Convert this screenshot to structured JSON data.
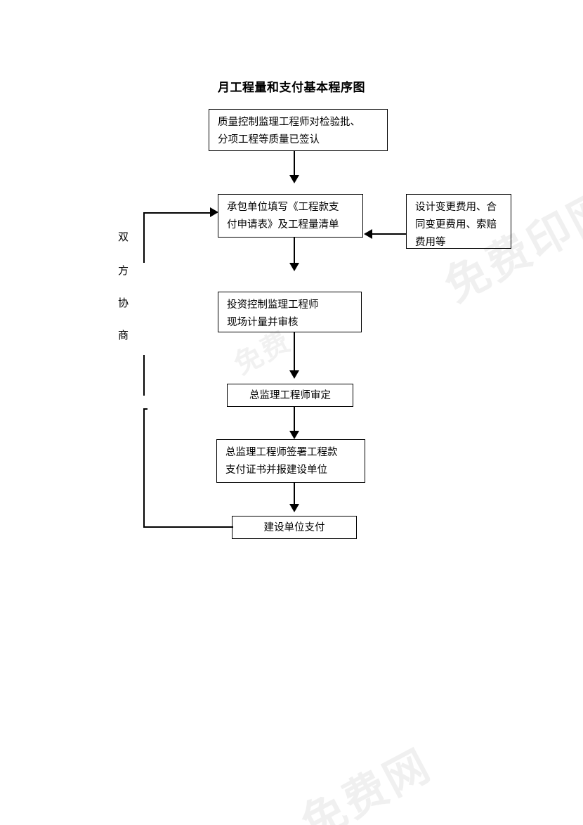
{
  "title": "月工程量和支付基本程序图",
  "side_label": {
    "chars": [
      "双",
      "方",
      "协",
      "商"
    ]
  },
  "watermarks": {
    "right": "免费印网",
    "center": "免费",
    "bottom": "免费网"
  },
  "chart_data": {
    "type": "flowchart",
    "title": "月工程量和支付基本程序图",
    "nodes": [
      {
        "id": "n1",
        "text": "质量控制监理工程师对检验批、分项工程等质量已签认"
      },
      {
        "id": "n2",
        "text": "承包单位填写《工程款支付申请表》及工程量清单"
      },
      {
        "id": "n3",
        "text": "设计变更费用、合同变更费用、索赔费用等"
      },
      {
        "id": "n4",
        "text": "投资控制监理工程师现场计量并审核"
      },
      {
        "id": "n5",
        "text": "总监理工程师审定"
      },
      {
        "id": "n6",
        "text": "总监理工程师签署工程款支付证书并报建设单位"
      },
      {
        "id": "n7",
        "text": "建设单位支付"
      }
    ],
    "edges": [
      {
        "from": "n1",
        "to": "n2",
        "dir": "down"
      },
      {
        "from": "n3",
        "to": "n2",
        "dir": "left"
      },
      {
        "from": "n2",
        "to": "n4",
        "dir": "down"
      },
      {
        "from": "n4",
        "to": "n5",
        "dir": "down"
      },
      {
        "from": "n5",
        "to": "n6",
        "dir": "down"
      },
      {
        "from": "n6",
        "to": "n7",
        "dir": "down"
      },
      {
        "from": "n7",
        "to": "n2",
        "dir": "left-up",
        "label": "双方协商"
      }
    ]
  },
  "nodes": {
    "n1": {
      "line1": "质量控制监理工程师对检验批、",
      "line2": "分项工程等质量已签认"
    },
    "n2": {
      "line1": "承包单位填写《工程款支",
      "line2": "付申请表》及工程量清单"
    },
    "n3": {
      "line1": "设计变更费用、合",
      "line2": "同变更费用、索赔",
      "line3": "费用等"
    },
    "n4": {
      "line1": "投资控制监理工程师",
      "line2": "现场计量并审核"
    },
    "n5": {
      "line1": "总监理工程师审定"
    },
    "n6": {
      "line1": "总监理工程师签署工程款",
      "line2": "支付证书并报建设单位"
    },
    "n7": {
      "line1": "建设单位支付"
    }
  }
}
